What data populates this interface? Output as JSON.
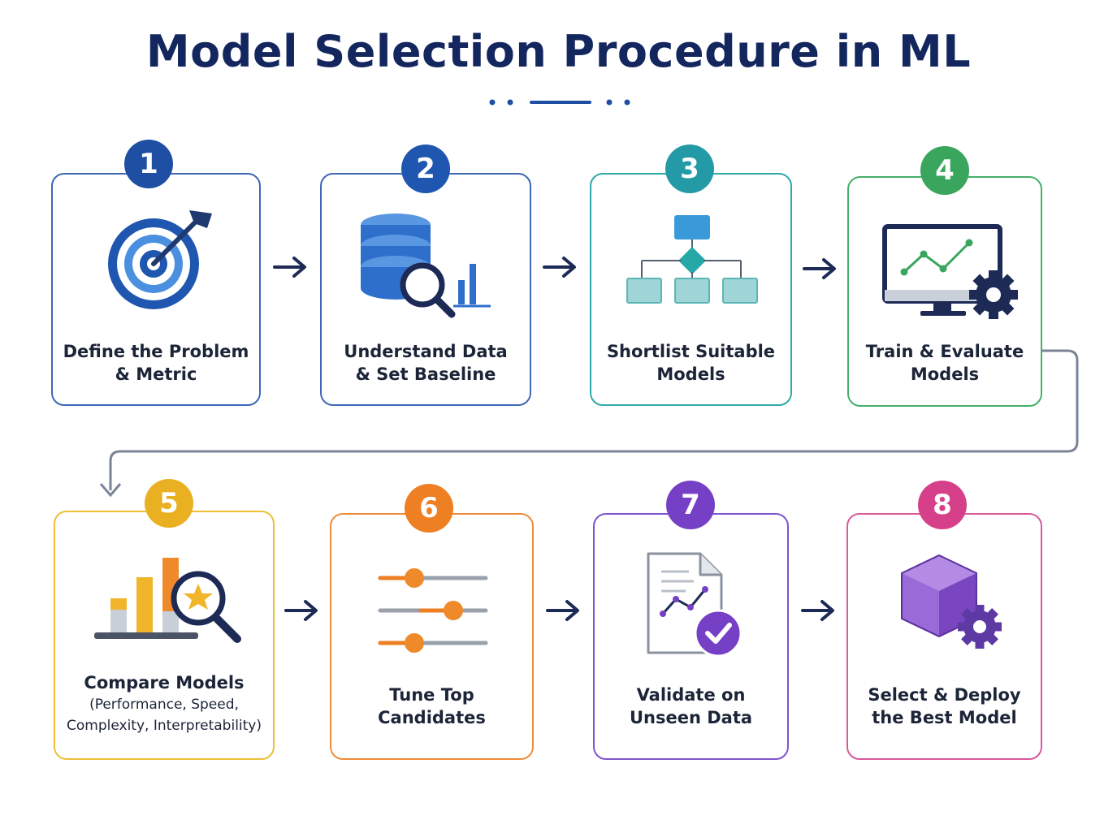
{
  "title": "Model Selection Procedure in ML",
  "steps": [
    {
      "number": "1",
      "line1": "Define the Problem",
      "line2": "& Metric",
      "color": "#1f4fa3",
      "icon": "target-icon"
    },
    {
      "number": "2",
      "line1": "Understand Data",
      "line2": "& Set Baseline",
      "color": "#1f56b0",
      "icon": "database-search-icon"
    },
    {
      "number": "3",
      "line1": "Shortlist Suitable",
      "line2": "Models",
      "color": "#239aa6",
      "icon": "model-tree-icon"
    },
    {
      "number": "4",
      "line1": "Train & Evaluate",
      "line2": "Models",
      "color": "#3aa55d",
      "icon": "monitor-gear-icon"
    },
    {
      "number": "5",
      "line1": "Compare Models",
      "line2": "(Performance, Speed,",
      "line3": "Complexity, Interpretability)",
      "color": "#e9b021",
      "icon": "chart-magnifier-icon"
    },
    {
      "number": "6",
      "line1": "Tune Top",
      "line2": "Candidates",
      "color": "#ee7f22",
      "icon": "sliders-icon"
    },
    {
      "number": "7",
      "line1": "Validate on",
      "line2": "Unseen Data",
      "color": "#7540c6",
      "icon": "document-check-icon"
    },
    {
      "number": "8",
      "line1": "Select & Deploy",
      "line2": "the Best Model",
      "color": "#d6408a",
      "icon": "cube-gear-icon"
    }
  ]
}
